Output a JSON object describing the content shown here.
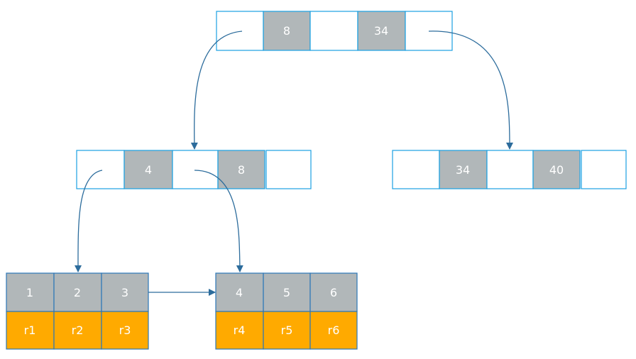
{
  "colors": {
    "pointer_cell_fill": "#ffffff",
    "key_cell_fill": "#b1b7b9",
    "row_cell_fill": "#ffaa00",
    "cell_border": "#1ba1e2",
    "arrow": "#2c6c9c"
  },
  "root": {
    "keys": [
      "8",
      "34"
    ]
  },
  "internal_left": {
    "keys": [
      "4",
      "8"
    ]
  },
  "internal_right": {
    "keys": [
      "34",
      "40"
    ]
  },
  "leaf_left": {
    "keys": [
      "1",
      "2",
      "3"
    ],
    "rows": [
      "r1",
      "r2",
      "r3"
    ]
  },
  "leaf_right": {
    "keys": [
      "4",
      "5",
      "6"
    ],
    "rows": [
      "r4",
      "r5",
      "r6"
    ]
  }
}
